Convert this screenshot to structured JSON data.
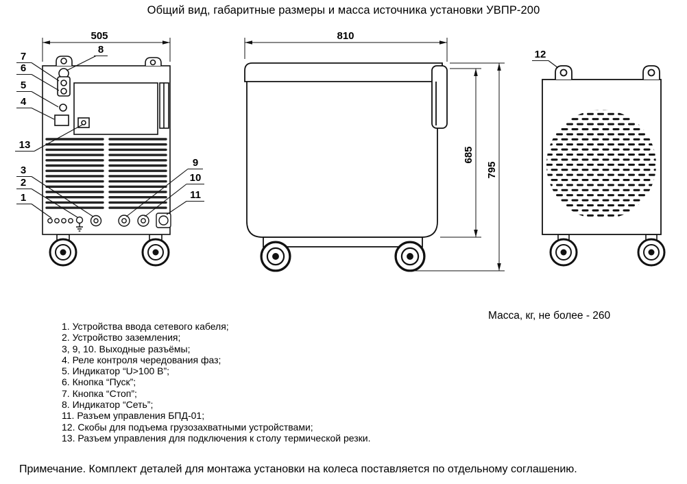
{
  "title": "Общий вид, габаритные размеры и масса источника установки УВПР-200",
  "colors": {
    "background": "#ffffff",
    "ink": "#111111"
  },
  "dimensions": {
    "front_width": "505",
    "side_width": "810",
    "body_height": "685",
    "total_height": "795"
  },
  "callouts": {
    "n1": "1",
    "n2": "2",
    "n3": "3",
    "n4": "4",
    "n5": "5",
    "n6": "6",
    "n7": "7",
    "n8": "8",
    "n9": "9",
    "n10": "10",
    "n11": "11",
    "n12": "12",
    "n13": "13"
  },
  "mass_text": "Масса, кг, не более - 260",
  "legend": {
    "items": [
      "1. Устройства ввода сетевого кабеля;",
      "2. Устройство заземления;",
      "3, 9, 10. Выходные разъёмы;",
      "4. Реле контроля чередования фаз;",
      "5. Индикатор “U>100 В”;",
      "6. Кнопка “Пуск”;",
      "7. Кнопка “Стоп”;",
      "8. Индикатор “Сеть”;",
      "11. Разъем управления БПД-01;",
      "12. Скобы для подъема грузозахватными устройствами;",
      "13. Разъем управления для подключения к столу термической резки."
    ]
  },
  "note": "Примечание. Комплект деталей для монтажа установки на колеса поставляется по отдельному соглашению."
}
